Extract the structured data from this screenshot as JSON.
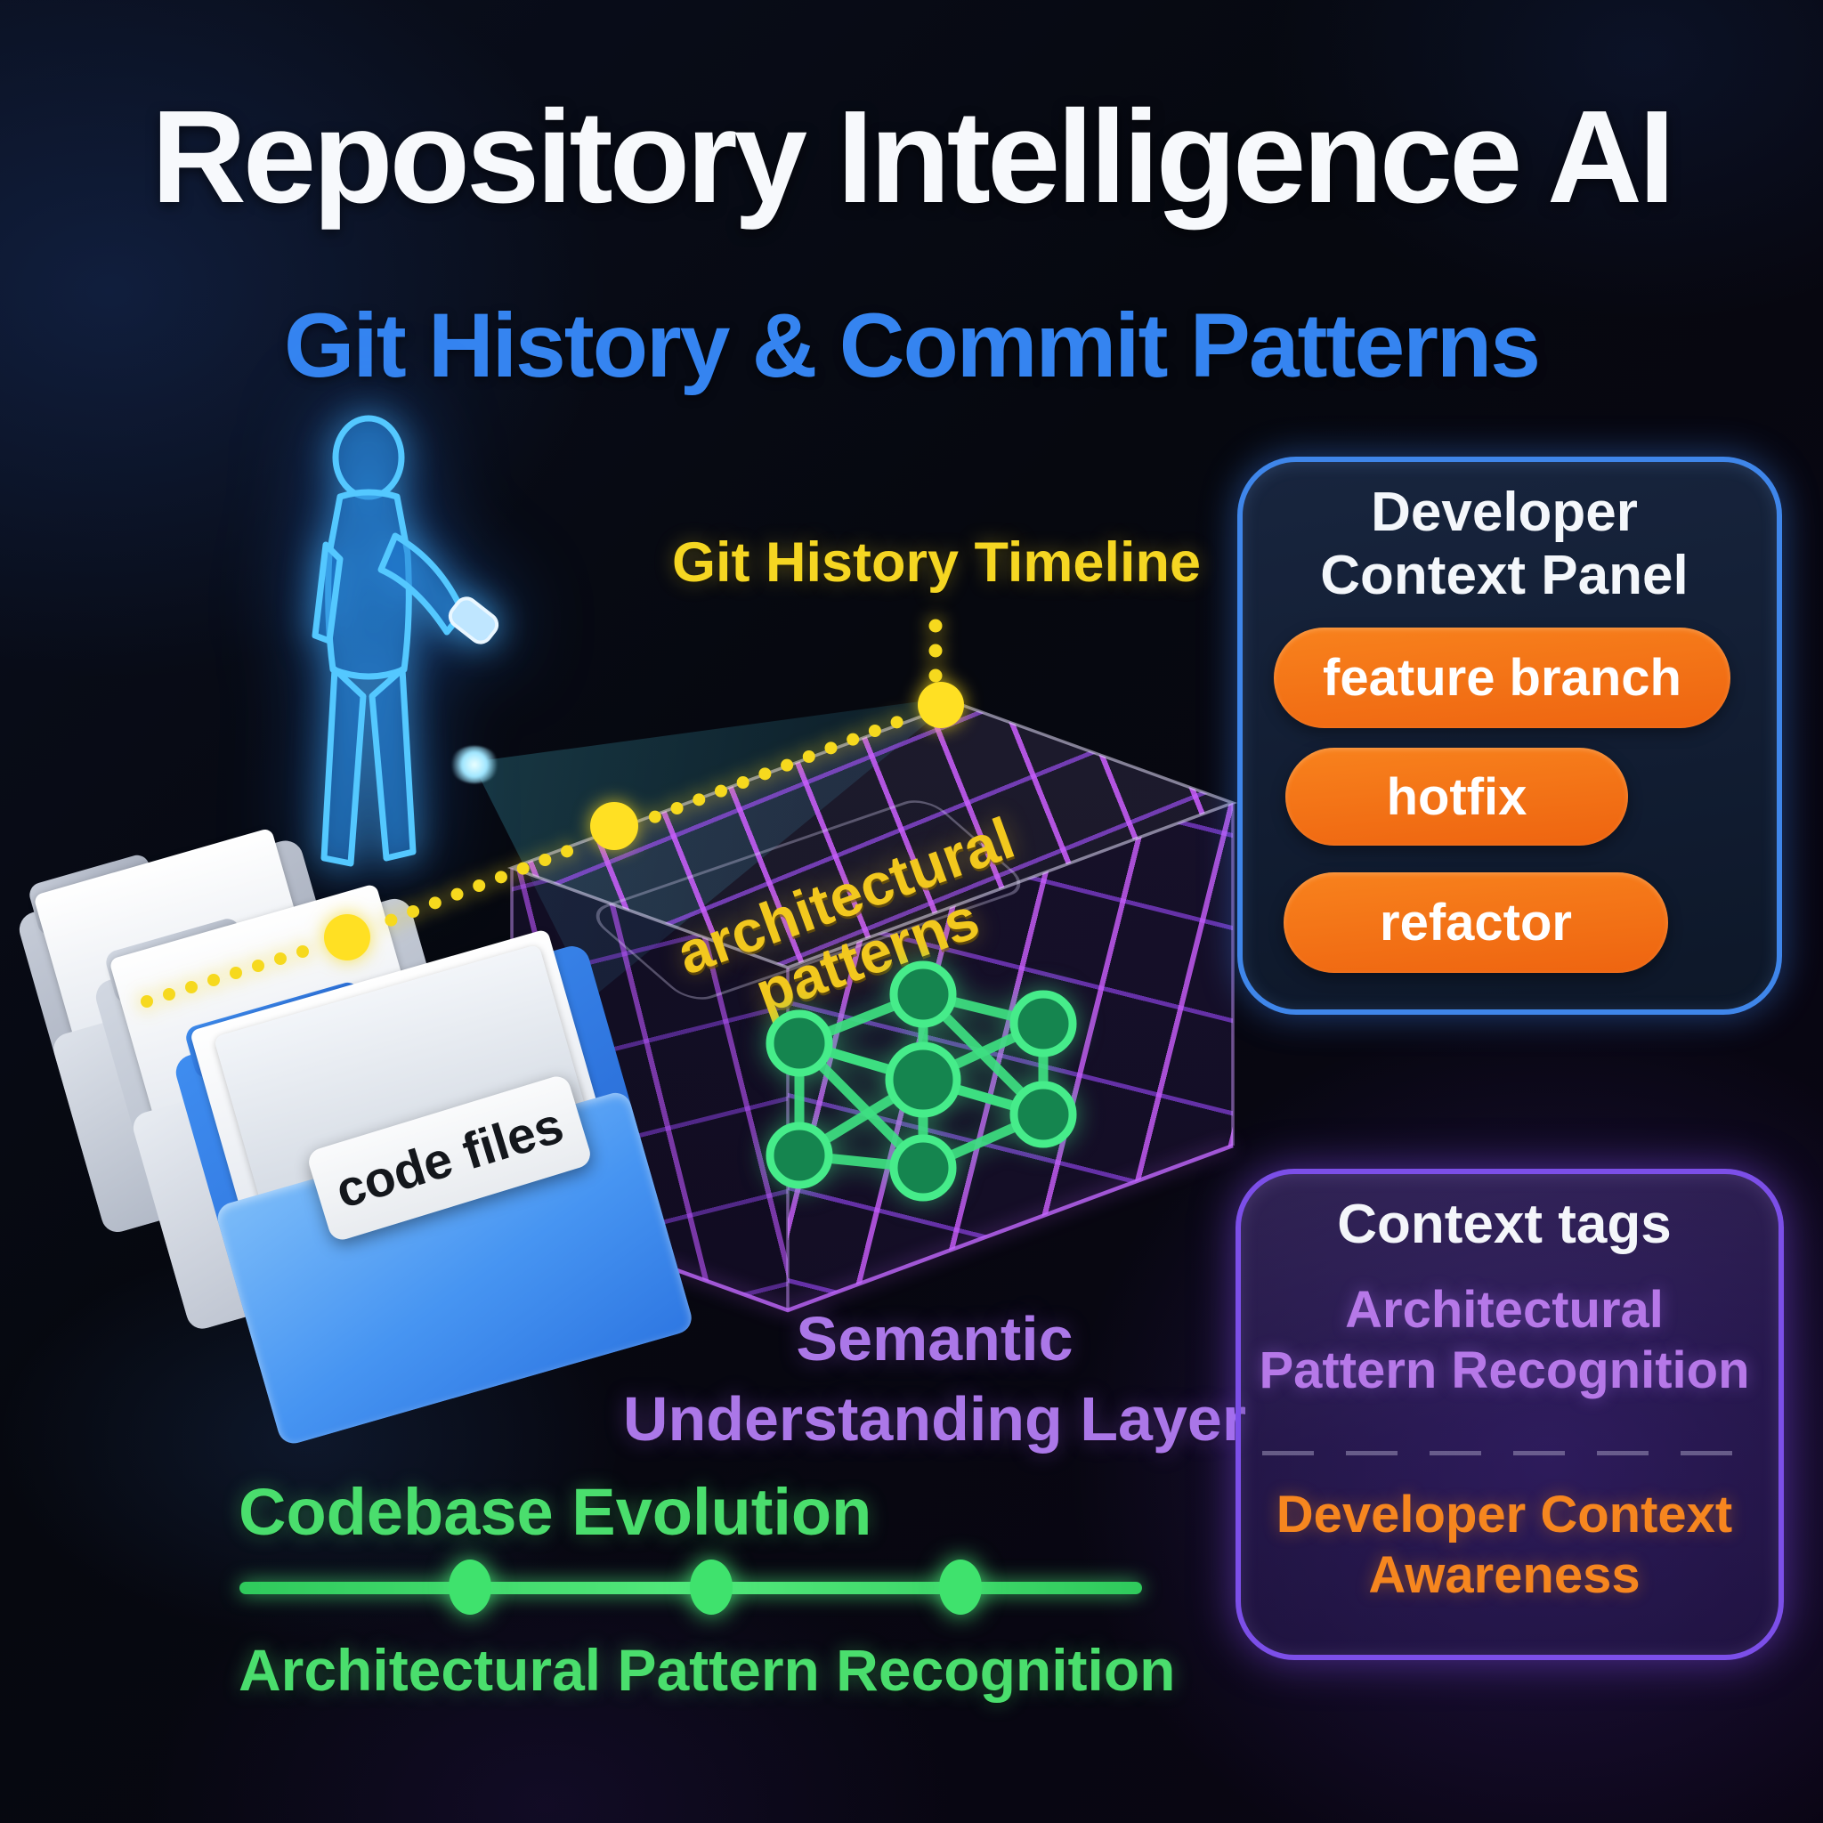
{
  "header": {
    "title": "Repository Intelligence AI",
    "subtitle": "Git History & Commit Patterns"
  },
  "scene": {
    "timeline_label": "Git History Timeline",
    "cube_label": "architectural patterns",
    "folder_tag": "code files",
    "semantic_label": "Semantic Understanding Layer",
    "evolution_title": "Codebase Evolution",
    "evolution_caption": "Architectural Pattern Recognition"
  },
  "developer_panel": {
    "title": "Developer Context Panel",
    "tags": [
      "feature branch",
      "hotfix",
      "refactor"
    ]
  },
  "context_panel": {
    "title": "Context tags",
    "purple_item": "Architectural Pattern Recognition",
    "orange_item": "Developer Context Awareness"
  },
  "colors": {
    "accent_blue": "#3584f0",
    "accent_yellow": "#f5d622",
    "accent_green": "#4ade6d",
    "accent_purple": "#ab77e8",
    "accent_orange": "#f47418",
    "grid_purple": "#c05fff"
  }
}
